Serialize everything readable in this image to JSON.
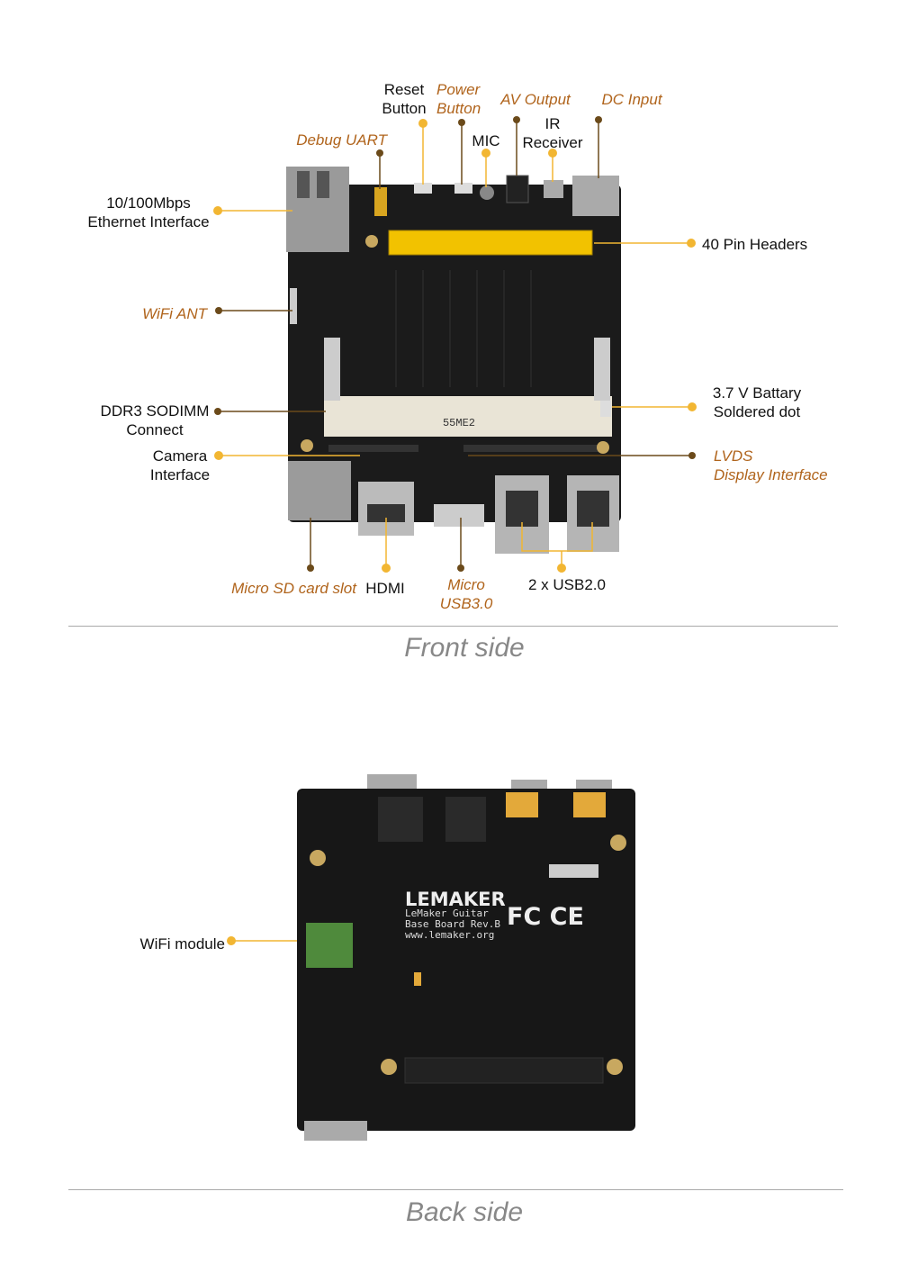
{
  "front": {
    "caption": "Front side",
    "labels": {
      "reset": [
        "Reset",
        "Button"
      ],
      "power": [
        "Power",
        "Button"
      ],
      "av_output": "AV Output",
      "dc_input": "DC Input",
      "mic": "MIC",
      "ir": [
        "IR",
        "Receiver"
      ],
      "debug_uart": "Debug UART",
      "ethernet": [
        "10/100Mbps",
        "Ethernet Interface"
      ],
      "pin_headers": "40 Pin Headers",
      "wifi_ant": "WiFi ANT",
      "ddr3": [
        "DDR3 SODIMM",
        "Connect"
      ],
      "battery": [
        "3.7 V Battary",
        "Soldered dot"
      ],
      "camera": [
        "Camera",
        "Interface"
      ],
      "lvds": [
        "LVDS",
        "Display Interface"
      ],
      "micro_sd": "Micro SD card slot",
      "hdmi": "HDMI",
      "micro_usb": [
        "Micro",
        "USB3.0"
      ],
      "usb2": "2  x USB2.0"
    },
    "silkscreen": "55ME2"
  },
  "back": {
    "caption": "Back side",
    "labels": {
      "wifi_module": "WiFi module"
    },
    "logo": "LEMAKER",
    "board_text": [
      "LeMaker Guitar",
      "Base Board Rev.B",
      "www.lemaker.org"
    ],
    "cert_marks": "FC CE"
  },
  "colors": {
    "accent_yellow": "#f2b632",
    "accent_brown": "#6b4a1a",
    "italic_label": "#b0641c",
    "board": "#1a1a1a"
  }
}
